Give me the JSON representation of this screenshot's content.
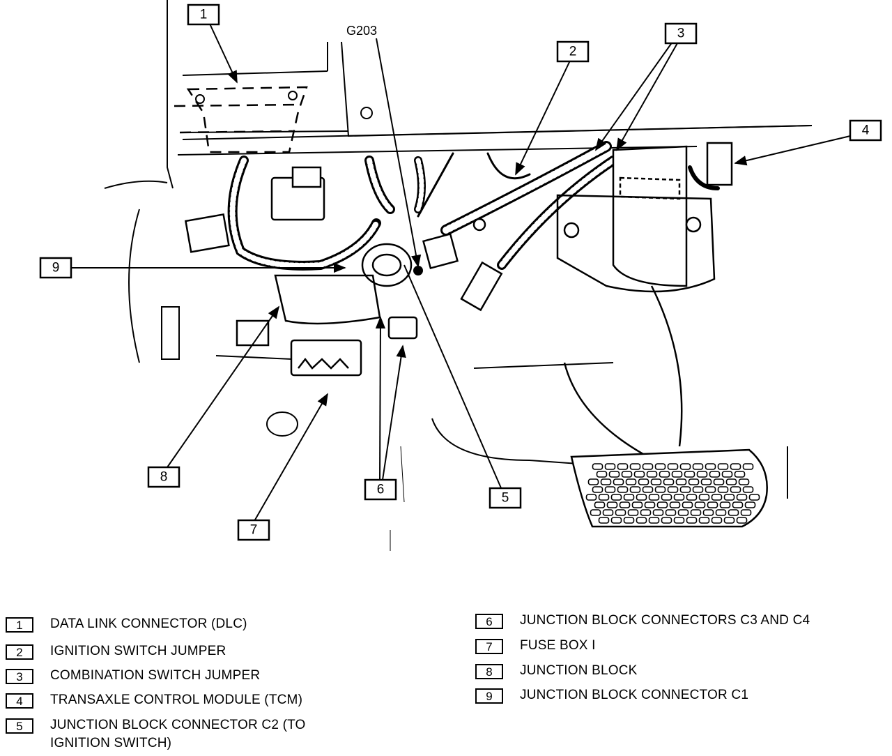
{
  "ground_label": "G203",
  "callouts": [
    "1",
    "2",
    "3",
    "4",
    "5",
    "6",
    "7",
    "8",
    "9"
  ],
  "legend": [
    {
      "num": "1",
      "text": "DATA LINK CONNECTOR (DLC)"
    },
    {
      "num": "2",
      "text": "IGNITION SWITCH JUMPER"
    },
    {
      "num": "3",
      "text": "COMBINATION SWITCH JUMPER"
    },
    {
      "num": "4",
      "text": "TRANSAXLE CONTROL MODULE (TCM)"
    },
    {
      "num": "5",
      "text": "JUNCTION BLOCK CONNECTOR C2 (TO\nIGNITION SWITCH)"
    },
    {
      "num": "6",
      "text": "JUNCTION BLOCK CONNECTORS C3 AND C4"
    },
    {
      "num": "7",
      "text": "FUSE BOX I"
    },
    {
      "num": "8",
      "text": "JUNCTION BLOCK"
    },
    {
      "num": "9",
      "text": "JUNCTION BLOCK CONNECTOR C1"
    }
  ]
}
